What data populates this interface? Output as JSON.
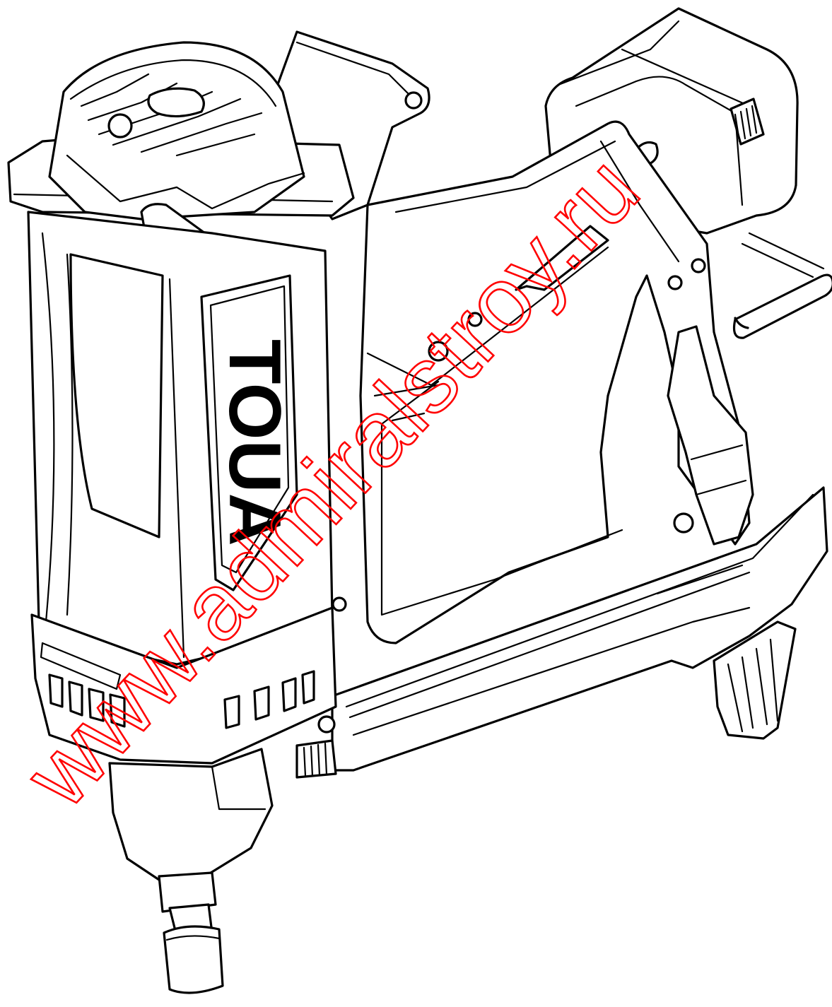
{
  "brand_logo": "TOUA",
  "watermark": "www.admiralstroy.ru",
  "colors": {
    "line": "#000000",
    "background": "#ffffff",
    "watermark": "#ff0000"
  },
  "subject": "gas-powered-nailer-line-drawing"
}
